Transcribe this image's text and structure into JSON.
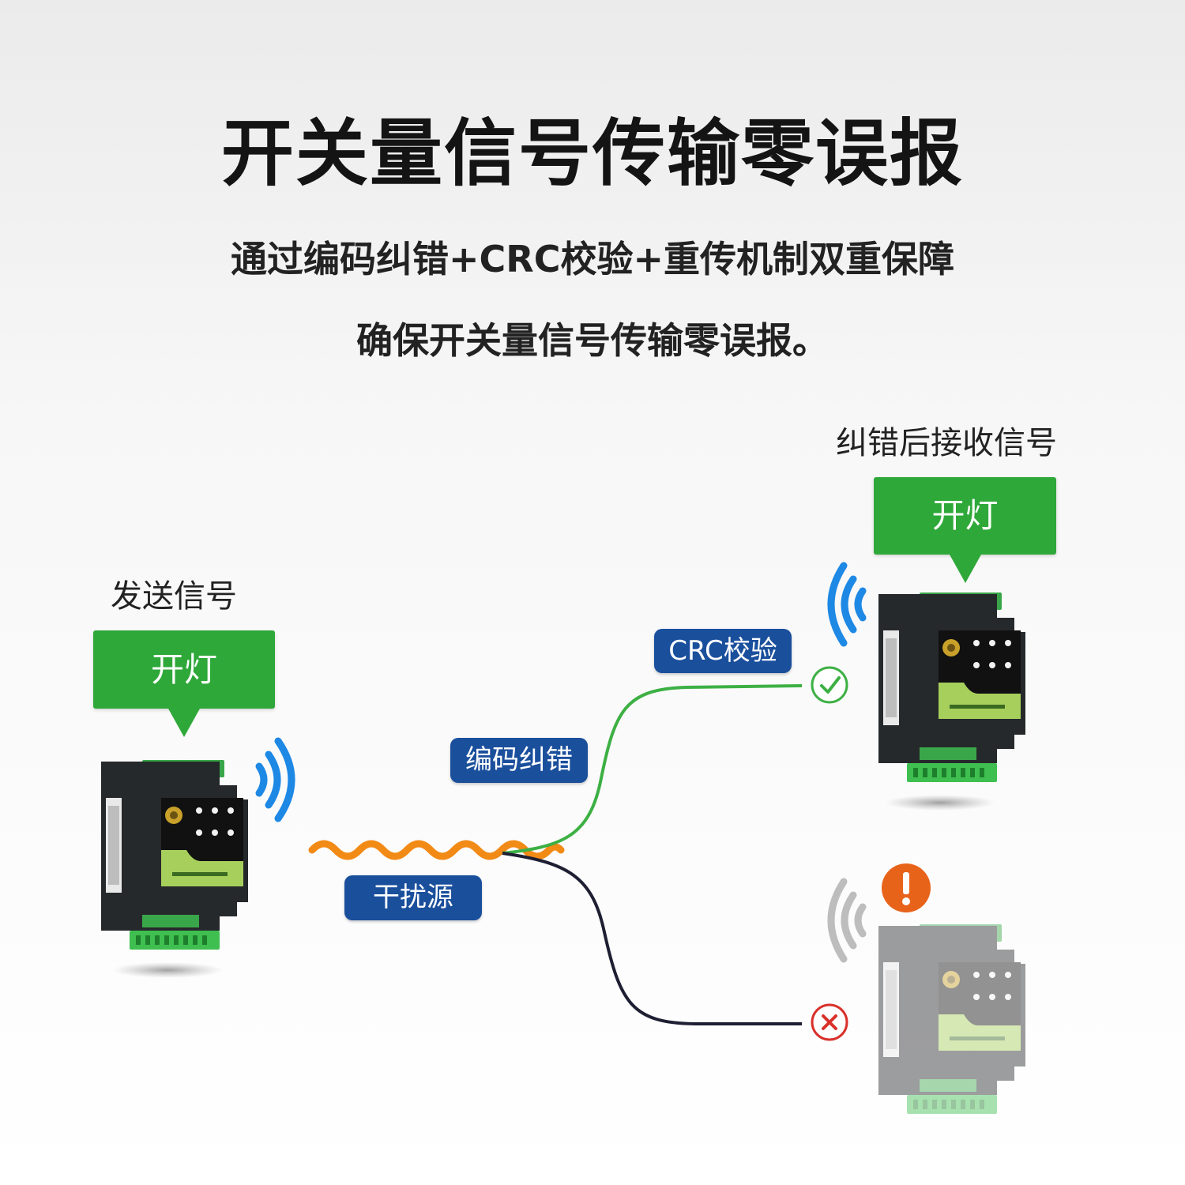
{
  "title": "开关量信号传输零误报",
  "subtitle_lines": [
    "通过编码纠错+CRC校验+重传机制双重保障",
    "确保开关量信号传输零误报。"
  ],
  "sender": {
    "caption": "发送信号",
    "bubble": "开灯"
  },
  "receiver": {
    "caption": "纠错后接收信号",
    "bubble": "开灯"
  },
  "labels": {
    "crc": "CRC校验",
    "coding": "编码纠错",
    "interference": "干扰源"
  },
  "colors": {
    "green": "#2fa83a",
    "blue_pill": "#1a4f9c",
    "wave_blue": "#1e88e5",
    "interference_orange": "#f28a16",
    "error_red": "#d9302a",
    "warning_orange": "#e8631a"
  },
  "icons": {
    "check": "check-circle-icon",
    "cross": "cross-circle-icon",
    "warning": "exclamation-icon"
  }
}
